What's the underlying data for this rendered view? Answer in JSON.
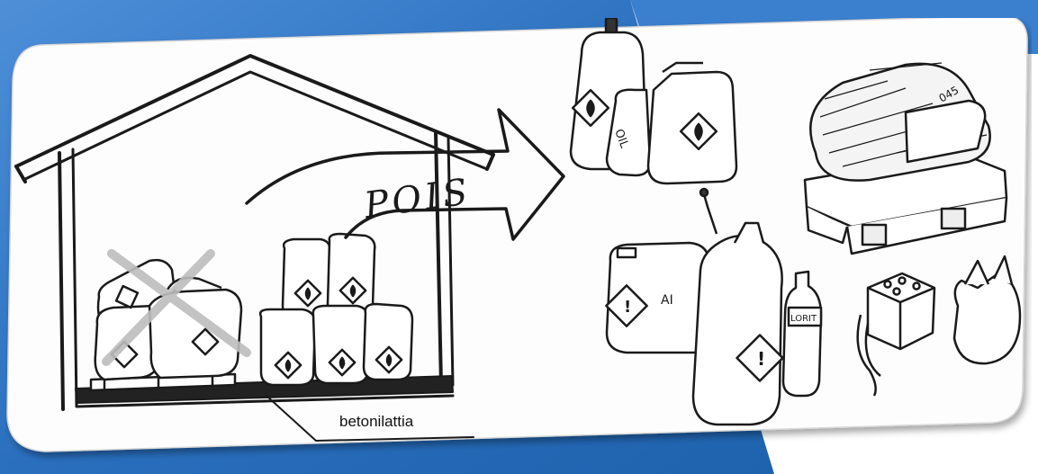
{
  "illustration": {
    "arrow_text": "POIS",
    "floor_label": "betonilattia",
    "oil_label": "OIL",
    "canister_label_1": "AI",
    "bottle_label": "LORIT",
    "bundle_label": "045"
  },
  "colors": {
    "frame_blue": "#1f62ad",
    "frame_blue_light": "#4e8fd8",
    "ink": "#1a1a1a",
    "cross_grey": "#bdbdbd"
  },
  "icons": [
    "flame-hazard-icon",
    "exclamation-hazard-icon",
    "cross-out-mark"
  ]
}
